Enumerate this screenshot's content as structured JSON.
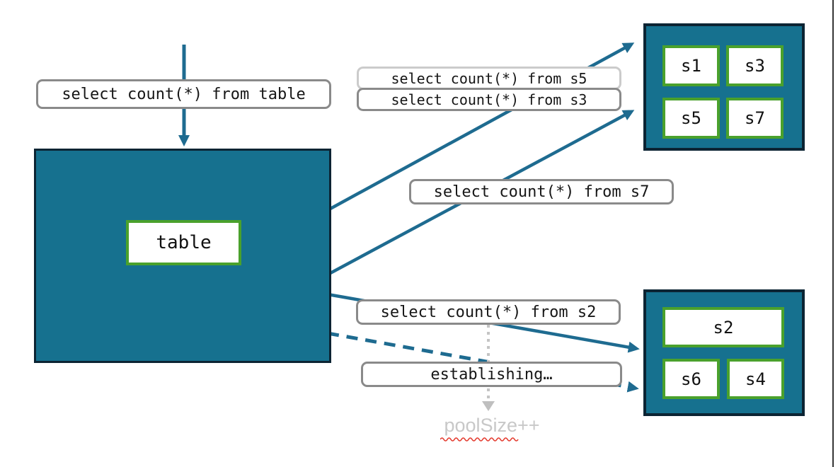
{
  "labels": {
    "query_table": "select count(*) from table",
    "query_s5": "select count(*) from s5",
    "query_s3": "select count(*) from s3",
    "query_s7": "select count(*) from s7",
    "query_s2": "select count(*) from s2",
    "establishing": "establishing…"
  },
  "main_table": {
    "label": "table"
  },
  "top_shards": {
    "items": [
      "s1",
      "s3",
      "s5",
      "s7"
    ]
  },
  "bottom_shards": {
    "items": [
      "s2",
      "s6",
      "s4"
    ]
  },
  "annotation": {
    "pool_size": "poolSize++"
  },
  "colors": {
    "teal_fill": "#16718F",
    "dark_border": "#0C2433",
    "green_border": "#4AA12C",
    "arrow_teal": "#1E6B90",
    "label_border_gray": "#8A8A8A",
    "label_border_light": "#CBCBCB",
    "muted_text": "#C8C8C8",
    "squiggle_red": "#E43A2E"
  }
}
